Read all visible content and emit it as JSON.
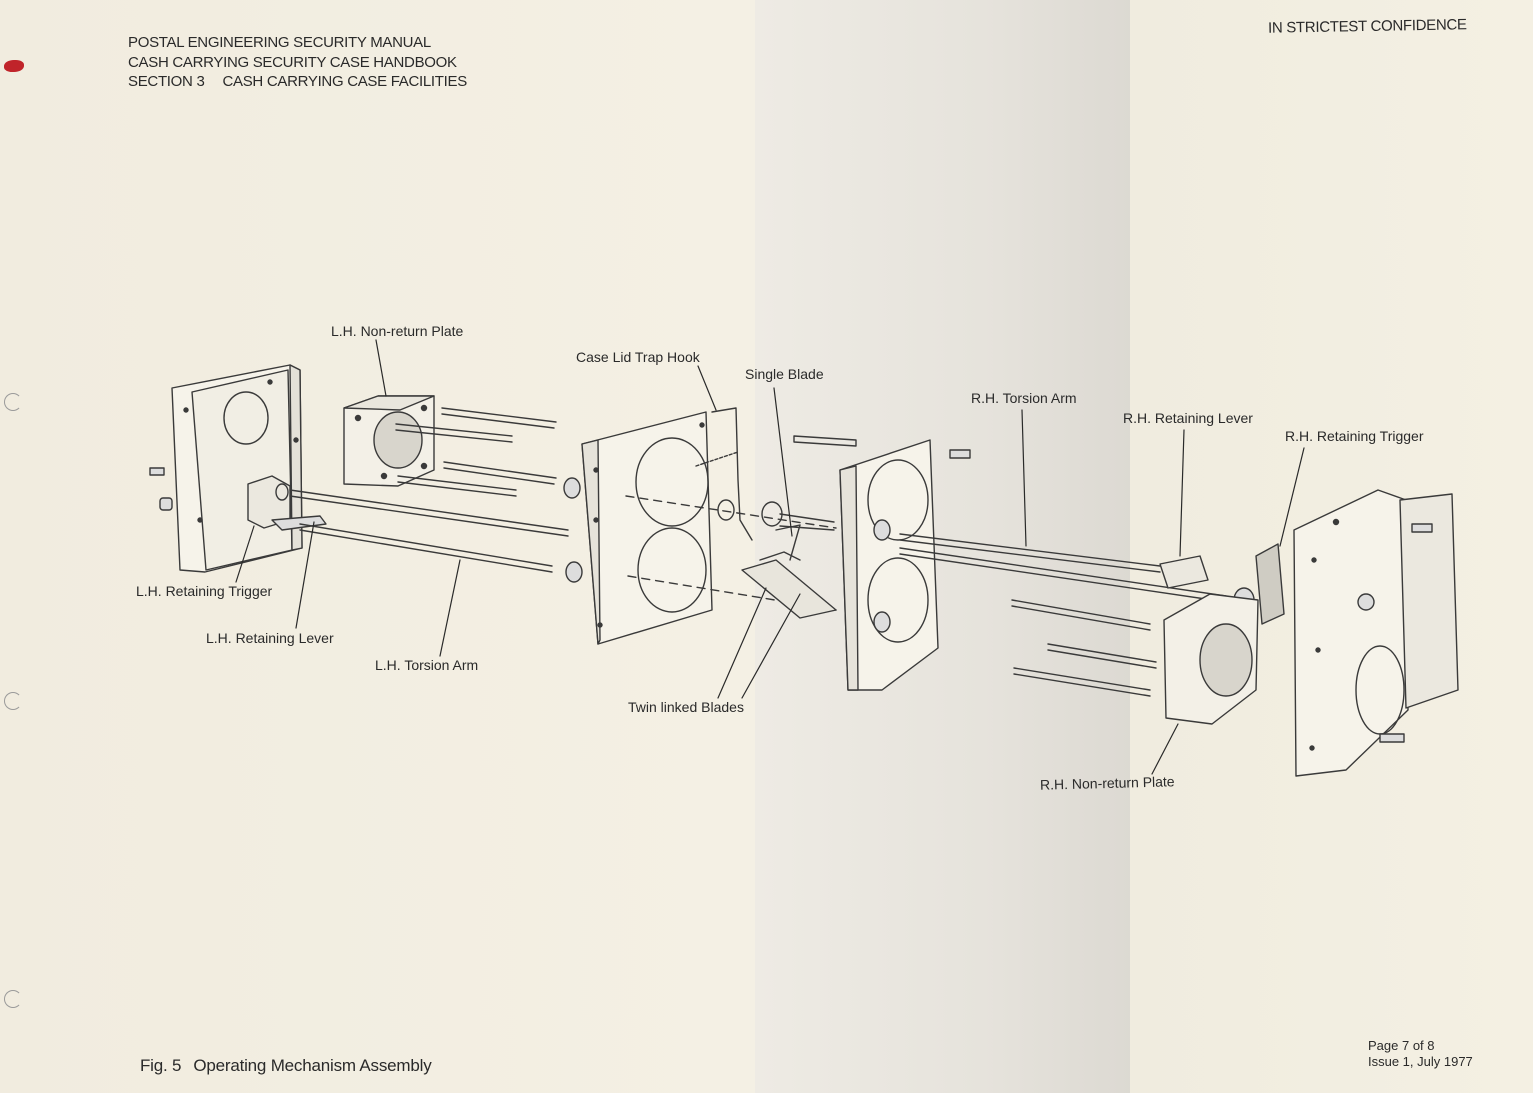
{
  "header": {
    "line1": "POSTAL ENGINEERING SECURITY MANUAL",
    "line2": "CASH CARRYING SECURITY CASE HANDBOOK",
    "section_number": "SECTION 3",
    "section_title": "CASH CARRYING CASE FACILITIES"
  },
  "classification": "IN STRICTEST CONFIDENCE",
  "figure": {
    "number": "Fig. 5",
    "title": "Operating Mechanism Assembly"
  },
  "labels": {
    "lh_non_return_plate": "L.H. Non-return Plate",
    "case_lid_trap_hook": "Case Lid Trap Hook",
    "single_blade": "Single Blade",
    "rh_torsion_arm": "R.H. Torsion Arm",
    "rh_retaining_lever": "R.H. Retaining Lever",
    "rh_retaining_trigger": "R.H. Retaining Trigger",
    "lh_retaining_trigger": "L.H. Retaining Trigger",
    "lh_retaining_lever": "L.H. Retaining Lever",
    "lh_torsion_arm": "L.H. Torsion Arm",
    "twin_linked_blades": "Twin linked Blades",
    "rh_non_return_plate": "R.H. Non-return Plate"
  },
  "footer": {
    "page": "Page 7 of 8",
    "issue": "Issue 1, July 1977"
  }
}
